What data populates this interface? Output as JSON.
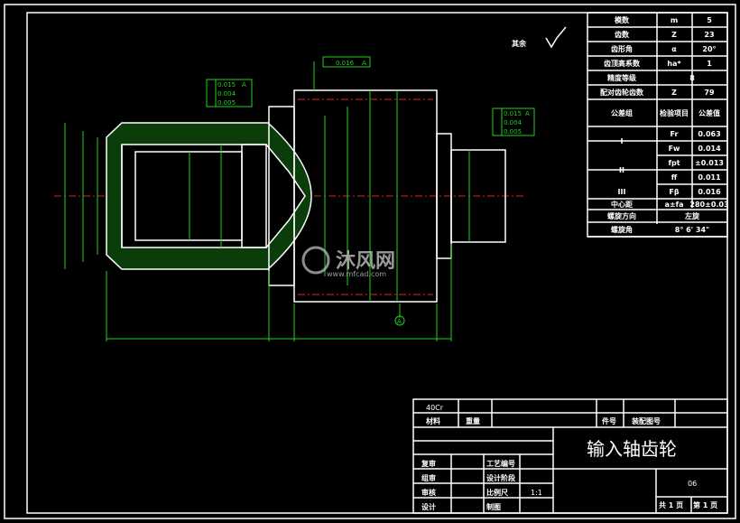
{
  "surface_note": "其余",
  "datum": "A",
  "tolerances": {
    "top": "0.016",
    "left": [
      "0.015",
      "0.004",
      "0.005"
    ],
    "right": [
      "0.015",
      "0.004",
      "0.005"
    ]
  },
  "params": [
    {
      "name": "模数",
      "sym": "m",
      "val": "5"
    },
    {
      "name": "齿数",
      "sym": "Z",
      "val": "23"
    },
    {
      "name": "齿形角",
      "sym": "α",
      "val": "20°"
    },
    {
      "name": "齿顶高系数",
      "sym": "ha*",
      "val": "1"
    },
    {
      "name": "精度等级",
      "val": "8"
    },
    {
      "name": "配对齿轮齿数",
      "sym": "Z",
      "val": "79"
    },
    {
      "name": "公差组",
      "sym": "检验项目",
      "val": "公差值"
    },
    {
      "name": "I",
      "sym": "Fr",
      "val": "0.063"
    },
    {
      "sym": "Fw",
      "val": "0.014"
    },
    {
      "name": "II",
      "sym": "fpt",
      "val": "±0.013"
    },
    {
      "sym": "ff",
      "val": "0.011"
    },
    {
      "name": "III",
      "sym": "Fβ",
      "val": "0.016"
    },
    {
      "name": "中心距",
      "sym": "a±fa",
      "val": "280±0.03"
    },
    {
      "name": "螺旋方向",
      "val": "左旋"
    },
    {
      "name": "螺旋角",
      "val": "8° 6' 34\""
    }
  ],
  "title_block": {
    "material_value": "40Cr",
    "material": "材料",
    "weight": "重量",
    "part_no": "件号",
    "assembly_no": "装配图号",
    "title": "输入轴齿轮",
    "rows": [
      [
        "复审",
        "工艺编号",
        ""
      ],
      [
        "组审",
        "设计阶段",
        ""
      ],
      [
        "审核",
        "比例尺",
        "1:1"
      ],
      [
        "设计",
        "制图",
        ""
      ]
    ],
    "drawing_no": "06",
    "sheets": "共 1 页",
    "sheet": "第 1 页"
  },
  "watermark": {
    "name": "沐风网",
    "url": "www.mfcad.com"
  }
}
